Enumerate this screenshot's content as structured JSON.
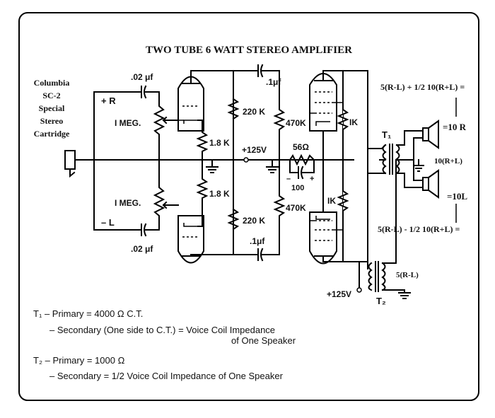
{
  "title": "TWO TUBE 6 WATT  STEREO AMPLIFIER",
  "cartridge": [
    "Columbia",
    "SC-2",
    "Special",
    "Stereo",
    "Cartridge"
  ],
  "channel_labels": {
    "plus_r": "+ R",
    "minus_l": "– L"
  },
  "components": {
    "cap_in_top": ".02 μf",
    "cap_in_bottom": ".02 μf",
    "pot_top": "I  MEG.",
    "pot_bottom": "I  MEG.",
    "r_cathode_top": "1.8 K",
    "r_cathode_bottom": "1.8 K",
    "cap_cpl_top": ".1μf",
    "cap_cpl_bottom": ".1μf",
    "r_plate_top": "220 K",
    "r_plate_bottom": "220 K",
    "b_plus_mid": "+125V",
    "r_grid_top": "470K",
    "r_grid_bottom": "470K",
    "r_cathode_common": "56Ω",
    "cap_bypass": "100",
    "cap_bypass_minus": "–",
    "cap_bypass_plus": "+",
    "r_screen_top": "IK",
    "r_screen_bottom": "IK",
    "b_plus_bottom": "+125V",
    "t1": "T₁",
    "t2": "T₂",
    "t2_secondary": "5(R-L)"
  },
  "outputs": {
    "top_formula": "5(R-L) + 1/2 10(R+L) =",
    "top_result": "=10 R",
    "center": "10(R+L)",
    "bottom_result": "=10L",
    "bottom_formula": "5(R-L) - 1/2 10(R+L) ="
  },
  "notes": {
    "t1_primary": "T₁ – Primary = 4000 Ω    C.T.",
    "t1_secondary": "– Secondary (One side to C.T.) = Voice Coil Impedance",
    "t1_secondary_cont": "of One Speaker",
    "t2_primary": "T₂ – Primary = 1000 Ω",
    "t2_secondary": "– Secondary = 1/2 Voice Coil Impedance of One Speaker"
  }
}
